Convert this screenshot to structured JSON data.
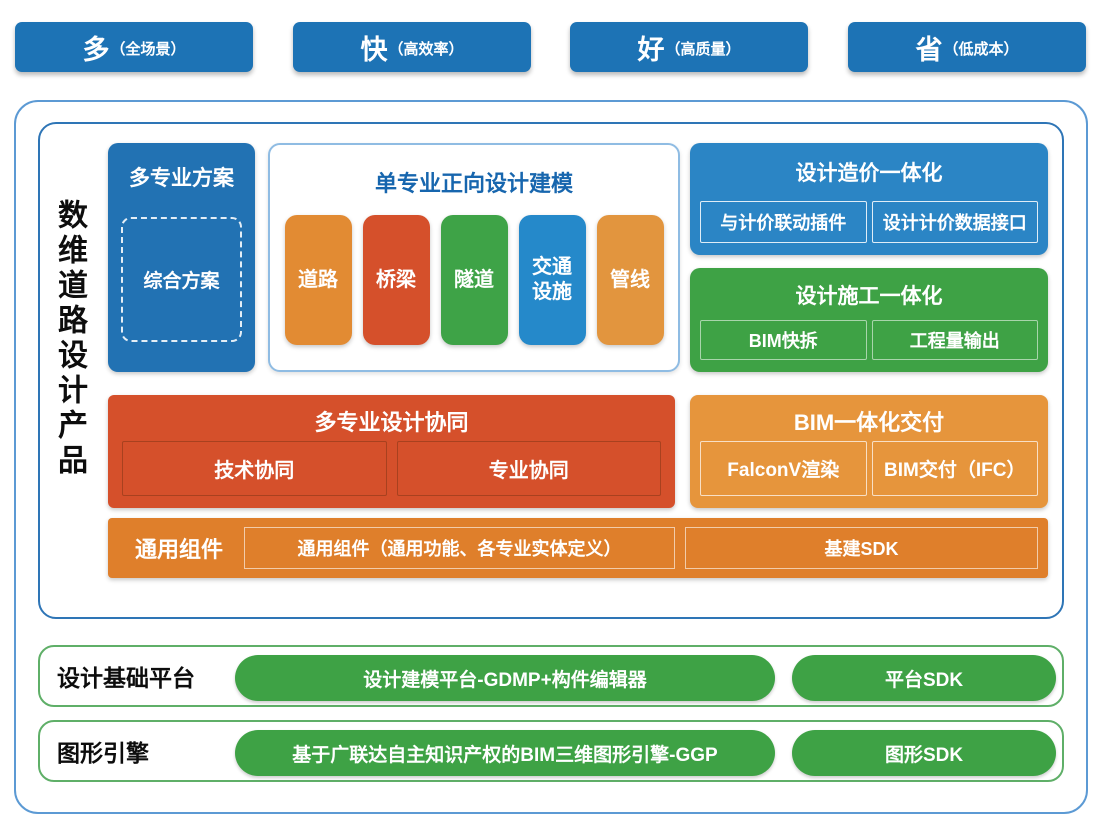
{
  "top_banners": [
    {
      "key": "多",
      "label": "（全场景）"
    },
    {
      "key": "快",
      "label": "（高效率）"
    },
    {
      "key": "好",
      "label": "（高质量）"
    },
    {
      "key": "省",
      "label": "（低成本）"
    }
  ],
  "product_box": {
    "side_label": "数维道路设计产品",
    "multi_scheme": {
      "title": "多专业方案",
      "item": "综合方案"
    },
    "single_modeling": {
      "title": "单专业正向设计建模",
      "pills": [
        {
          "label": "道路",
          "color": "#e28b33"
        },
        {
          "label": "桥梁",
          "color": "#d5502b"
        },
        {
          "label": "隧道",
          "color": "#3ea347"
        },
        {
          "label": "交通设施",
          "color": "#2589ca"
        },
        {
          "label": "管线",
          "color": "#e2953e"
        }
      ]
    },
    "cost_integration": {
      "title": "设计造价一体化",
      "items": [
        "与计价联动插件",
        "设计计价数据接口"
      ]
    },
    "construction_integration": {
      "title": "设计施工一体化",
      "items": [
        "BIM快拆",
        "工程量输出"
      ]
    },
    "design_collaboration": {
      "title": "多专业设计协同",
      "items": [
        "技术协同",
        "专业协同"
      ]
    },
    "bim_delivery": {
      "title": "BIM一体化交付",
      "items": [
        "FalconV渲染",
        "BIM交付（IFC）"
      ]
    },
    "common_components": {
      "label": "通用组件",
      "items": [
        "通用组件（通用功能、各专业实体定义）",
        "基建SDK"
      ]
    }
  },
  "platform_rows": [
    {
      "label": "设计基础平台",
      "main_pill": "设计建模平台-GDMP+构件编辑器",
      "sdk_pill": "平台SDK"
    },
    {
      "label": "图形引擎",
      "main_pill": "基于广联达自主知识产权的BIM三维图形引擎-GGP",
      "sdk_pill": "图形SDK"
    }
  ],
  "colors": {
    "banner_blue": "#1d73b5",
    "scheme_blue": "#2272b3",
    "cost_blue": "#2b85c5",
    "green": "#3ea245",
    "collab_red": "#d5502b",
    "delivery_orange": "#e6953c",
    "common_orange": "#df7f2b"
  }
}
